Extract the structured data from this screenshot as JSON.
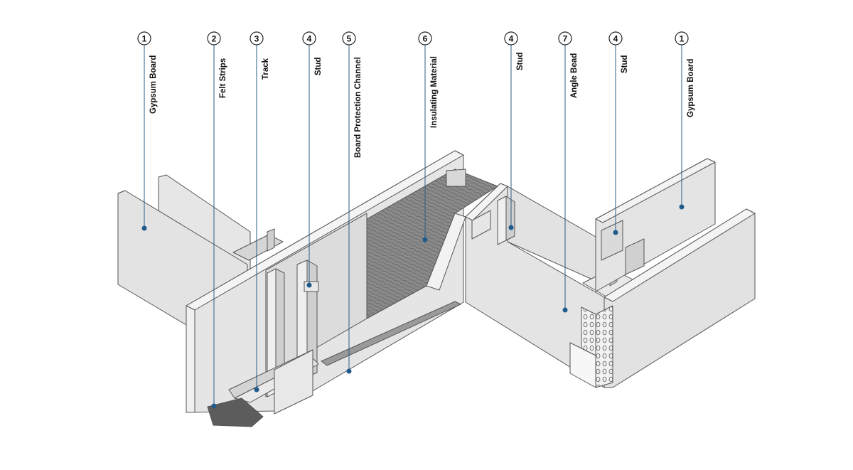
{
  "callouts": [
    {
      "number": "1",
      "label": "Gypsum Board"
    },
    {
      "number": "2",
      "label": "Felt Strips"
    },
    {
      "number": "3",
      "label": "Track"
    },
    {
      "number": "4",
      "label": "Stud"
    },
    {
      "number": "5",
      "label": "Board Protection Channel"
    },
    {
      "number": "6",
      "label": "Insulating Material"
    },
    {
      "number": "4",
      "label": "Stud"
    },
    {
      "number": "7",
      "label": "Angle Bead"
    },
    {
      "number": "4",
      "label": "Stud"
    },
    {
      "number": "1",
      "label": "Gypsum Board"
    }
  ],
  "colors": {
    "board_face": "#e4e4e4",
    "board_edge": "#f3f3f3",
    "board_outline": "#555555",
    "leader_line": "#2b5c86",
    "dot": "#1f5a8c",
    "insulation": "#7d7d7d",
    "felt": "#5a5a5a"
  }
}
